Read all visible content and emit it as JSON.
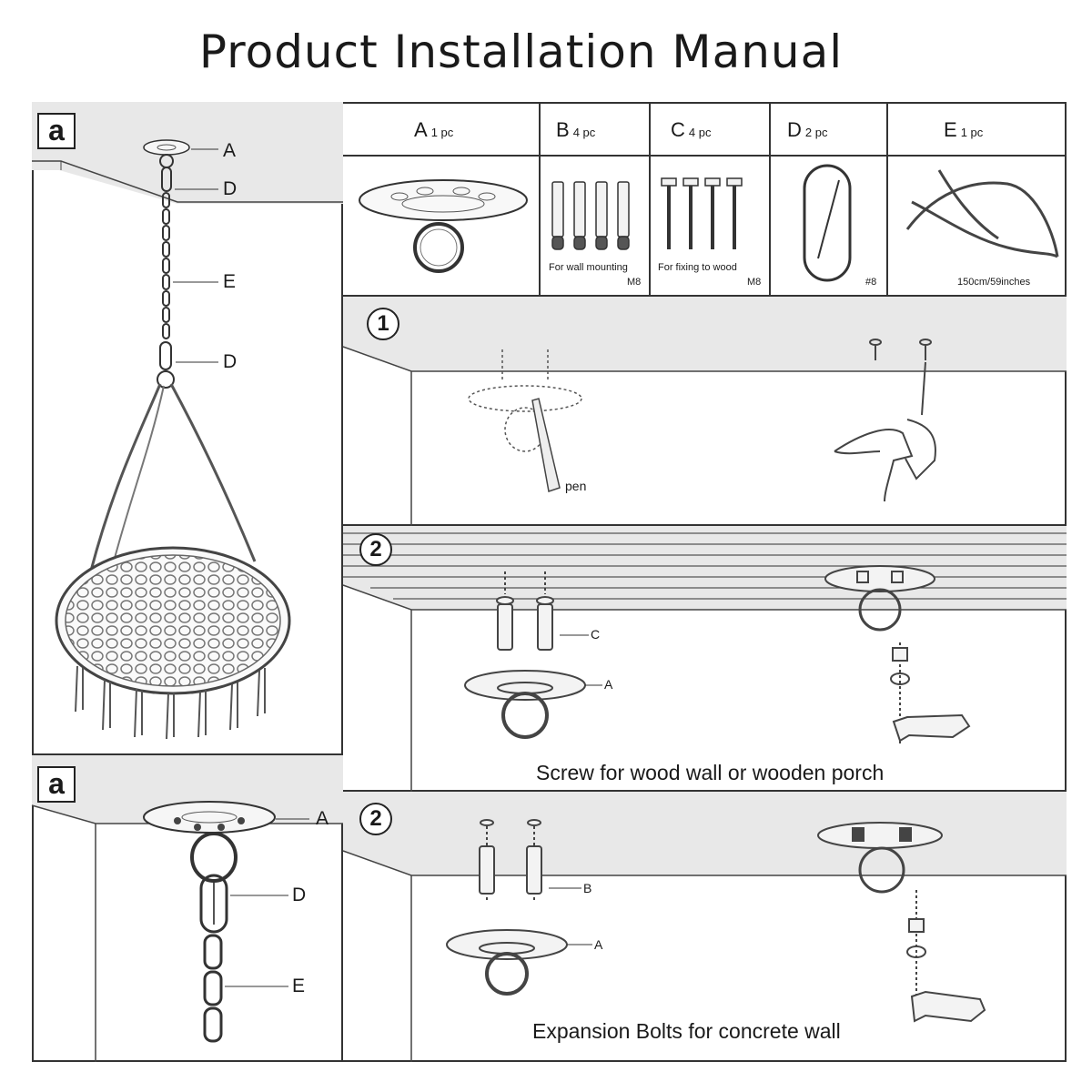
{
  "title": "Product Installation Manual",
  "left_panels": [
    {
      "badge": "a",
      "callouts": [
        "A",
        "D",
        "E",
        "D"
      ]
    },
    {
      "badge": "a",
      "callouts": [
        "A",
        "D",
        "E"
      ]
    }
  ],
  "parts": [
    {
      "letter": "A",
      "qty": "1 pc",
      "note": "",
      "note2": ""
    },
    {
      "letter": "B",
      "qty": "4 pc",
      "note": "For wall mounting",
      "note2": "M8"
    },
    {
      "letter": "C",
      "qty": "4 pc",
      "note": "For fixing to wood",
      "note2": "M8"
    },
    {
      "letter": "D",
      "qty": "2 pc",
      "note": "",
      "note2": "#8"
    },
    {
      "letter": "E",
      "qty": "1 pc",
      "note": "150cm/59inches",
      "note2": ""
    }
  ],
  "steps": [
    {
      "number": "1",
      "labels": {
        "pen": "pen"
      },
      "caption": ""
    },
    {
      "number": "2",
      "labels": {
        "screw": "C",
        "plate": "A"
      },
      "caption": "Screw for wood wall or wooden porch"
    },
    {
      "number": "2",
      "labels": {
        "bolt": "B",
        "plate": "A"
      },
      "caption": "Expansion Bolts for concrete wall"
    }
  ]
}
